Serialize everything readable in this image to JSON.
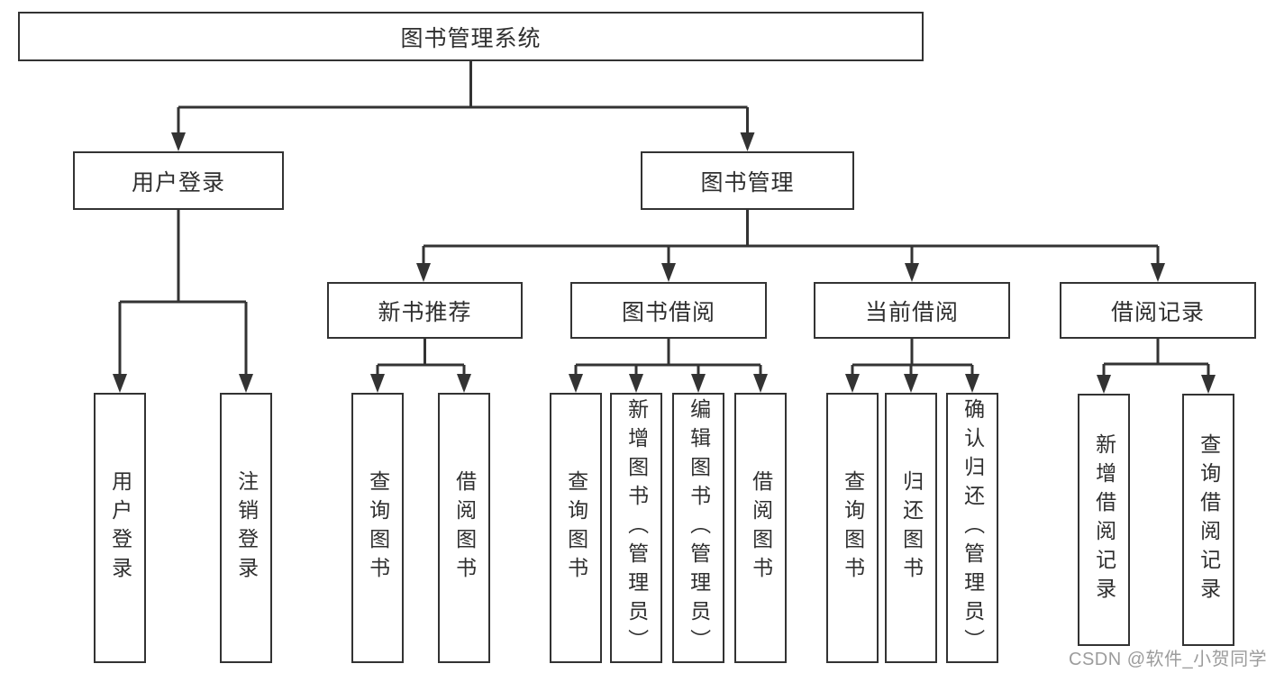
{
  "colors": {
    "line": "#333333",
    "text": "#2f2f2f",
    "box_bg": "#ffffff",
    "watermark": "#9c9c9c"
  },
  "nodes": {
    "root": {
      "label": "图书管理系统"
    },
    "level2": [
      {
        "label": "用户登录"
      },
      {
        "label": "图书管理"
      }
    ],
    "level3": [
      {
        "label": "新书推荐",
        "parent": "图书管理"
      },
      {
        "label": "图书借阅",
        "parent": "图书管理"
      },
      {
        "label": "当前借阅",
        "parent": "图书管理"
      },
      {
        "label": "借阅记录",
        "parent": "图书管理"
      }
    ],
    "leaves": [
      {
        "label": "用户登录",
        "parent": "用户登录"
      },
      {
        "label": "注销登录",
        "parent": "用户登录"
      },
      {
        "label": "查询图书",
        "parent": "新书推荐"
      },
      {
        "label": "借阅图书",
        "parent": "新书推荐"
      },
      {
        "label": "查询图书",
        "parent": "图书借阅"
      },
      {
        "label": "新增图书（管理员）",
        "parent": "图书借阅"
      },
      {
        "label": "编辑图书（管理员）",
        "parent": "图书借阅"
      },
      {
        "label": "借阅图书",
        "parent": "图书借阅"
      },
      {
        "label": "查询图书",
        "parent": "当前借阅"
      },
      {
        "label": "归还图书",
        "parent": "当前借阅"
      },
      {
        "label": "确认归还（管理员）",
        "parent": "当前借阅"
      },
      {
        "label": "新增借阅记录",
        "parent": "借阅记录"
      },
      {
        "label": "查询借阅记录",
        "parent": "借阅记录"
      }
    ]
  },
  "watermark": {
    "text": "CSDN @软件_小贺同学"
  }
}
